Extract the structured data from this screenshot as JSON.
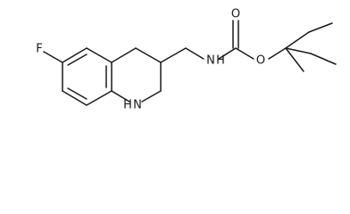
{
  "atoms": {
    "fluorine": "F",
    "ring_nitrogen": "N",
    "ring_nitrogen_h": "H",
    "carbamate_nitrogen": "N",
    "carbamate_nitrogen_h": "H",
    "carbonyl_oxygen": "O",
    "ester_oxygen": "O"
  }
}
